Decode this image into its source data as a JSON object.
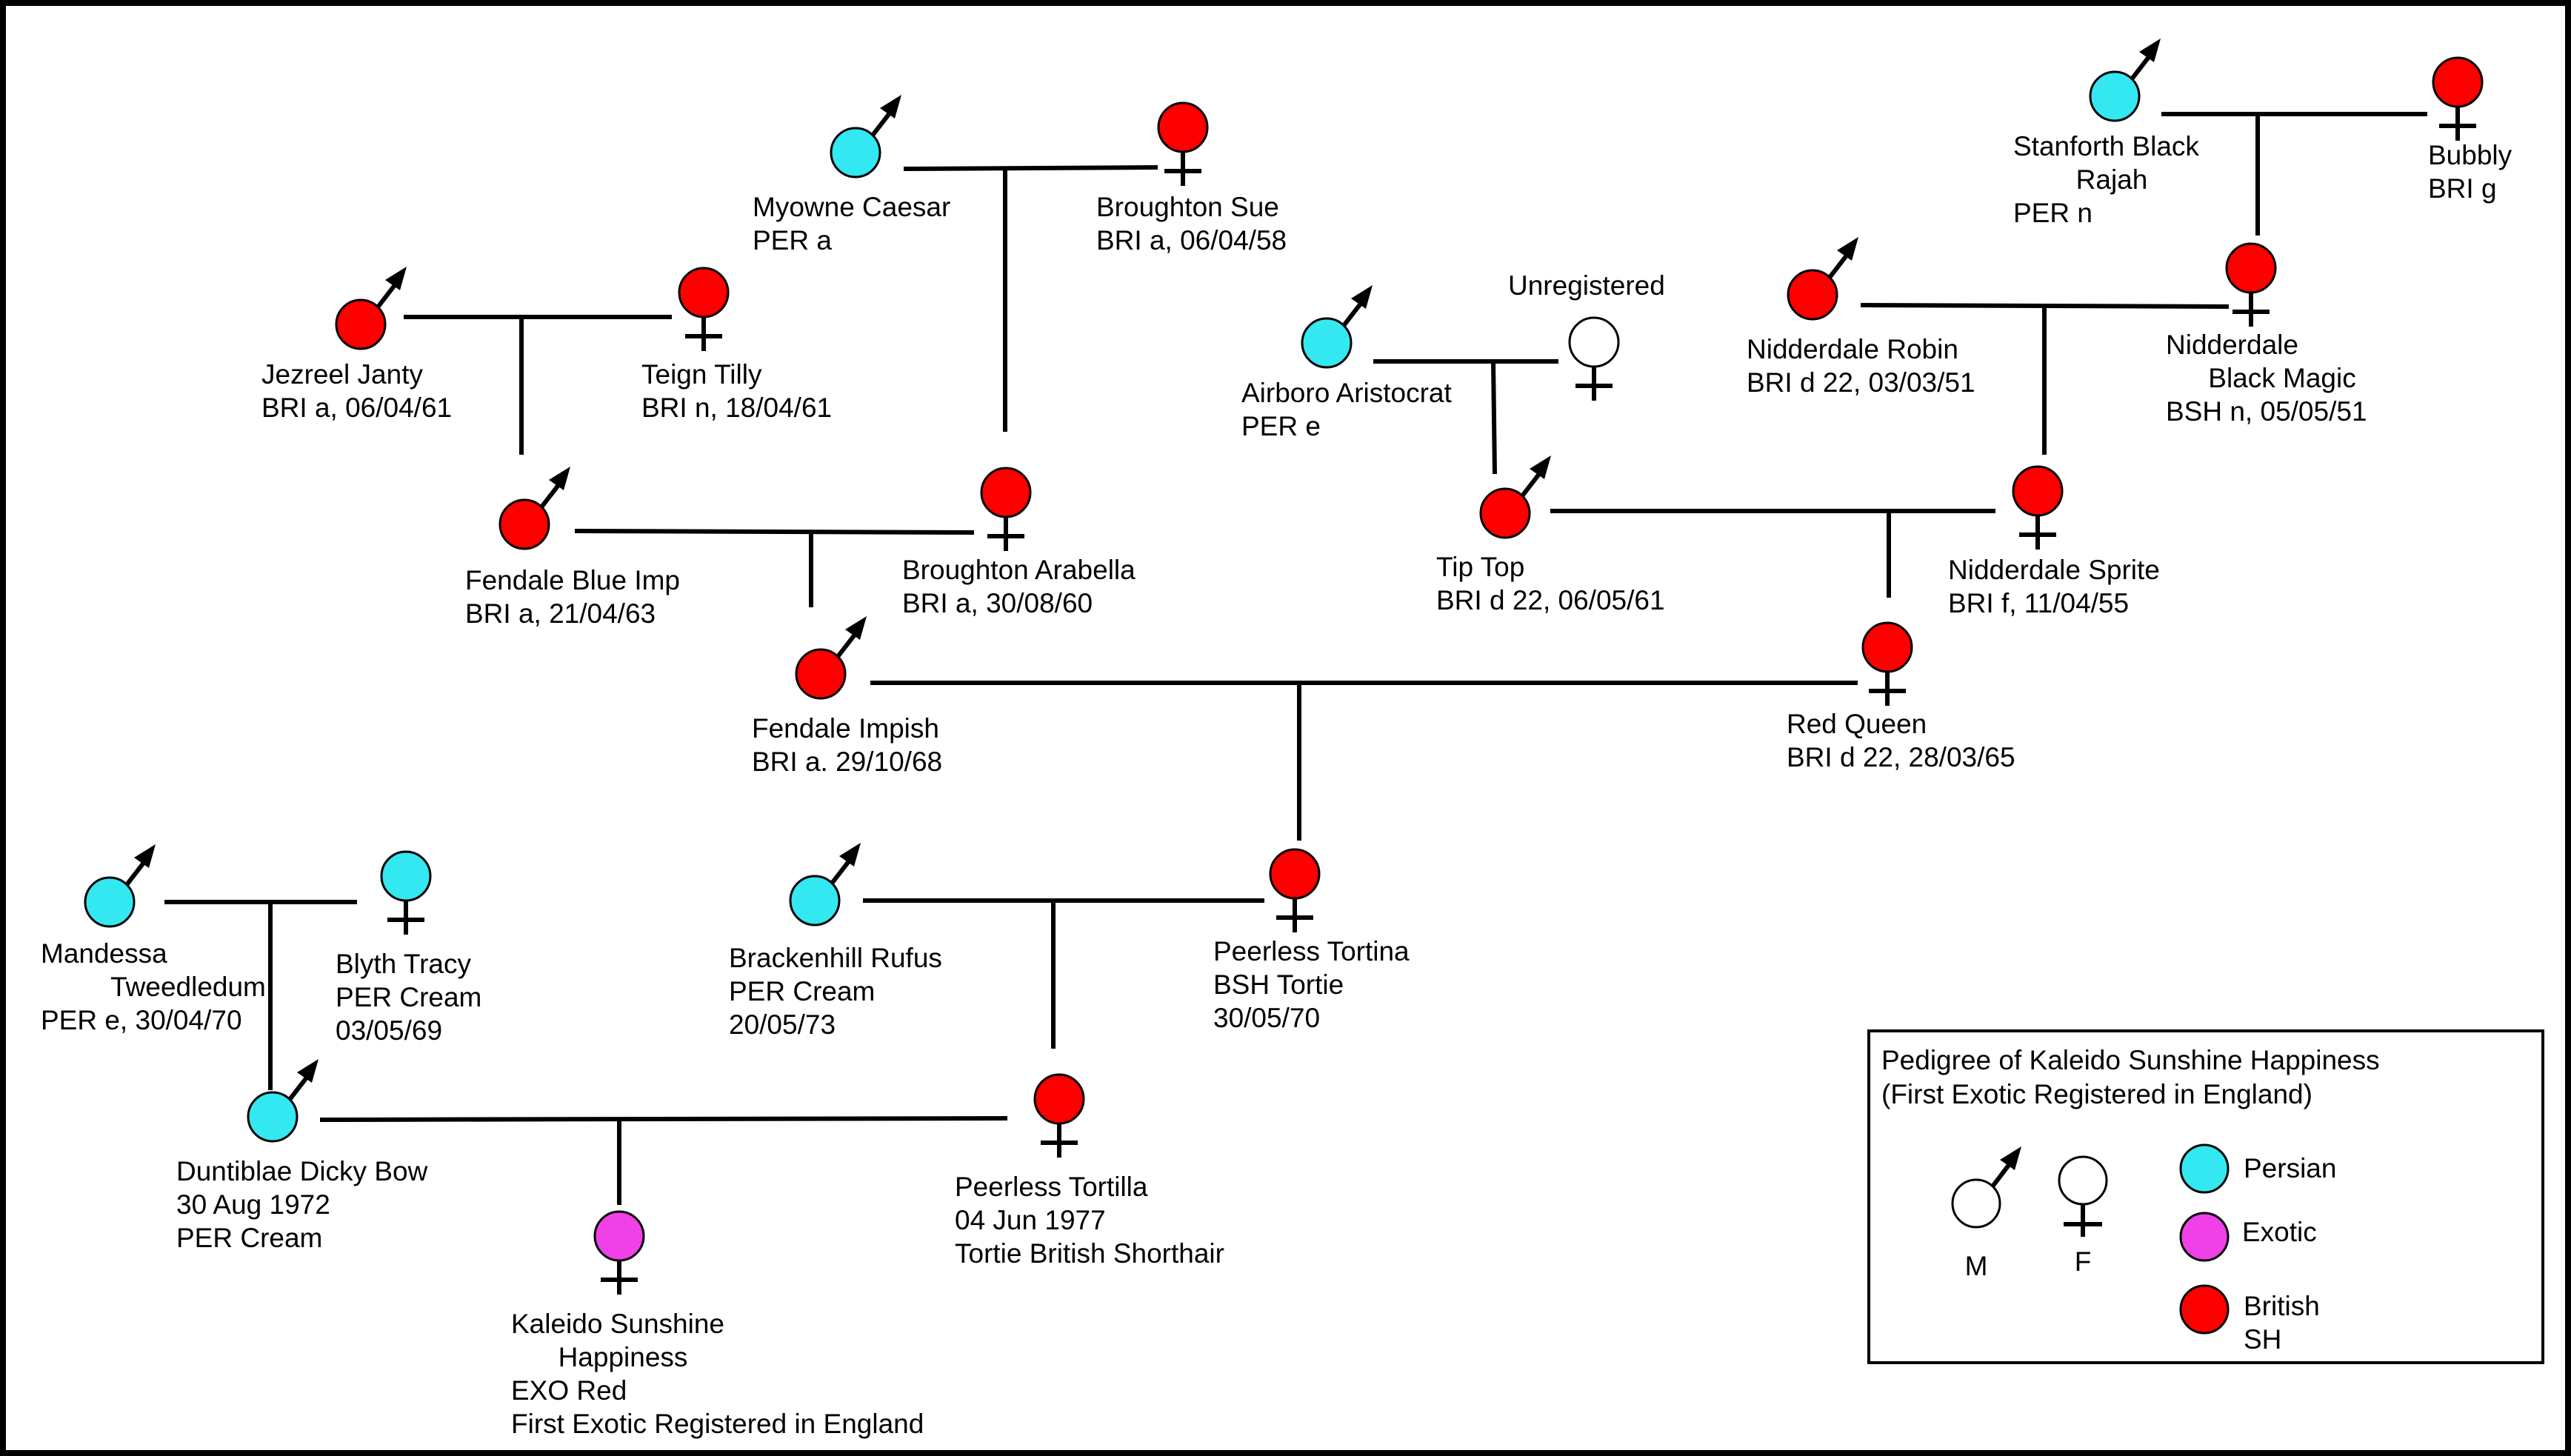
{
  "colors": {
    "persian": "#33e8f0",
    "exotic": "#f040e8",
    "british": "#ff0000",
    "unregistered": "#ffffff",
    "border": "#000000"
  },
  "cats": [
    {
      "id": "myowne_caesar",
      "sex": "male",
      "breed": "persian",
      "lines": [
        "Myowne Caesar",
        "PER a"
      ]
    },
    {
      "id": "broughton_sue",
      "sex": "female",
      "breed": "british",
      "lines": [
        "Broughton Sue",
        "BRI a, 06/04/58"
      ]
    },
    {
      "id": "jezreel_janty",
      "sex": "male",
      "breed": "british",
      "lines": [
        "Jezreel Janty",
        "BRI a, 06/04/61"
      ]
    },
    {
      "id": "teign_tilly",
      "sex": "female",
      "breed": "british",
      "lines": [
        "Teign Tilly",
        "BRI n, 18/04/61"
      ]
    },
    {
      "id": "fendale_blue_imp",
      "sex": "male",
      "breed": "british",
      "lines": [
        "Fendale Blue Imp",
        "BRI a, 21/04/63"
      ]
    },
    {
      "id": "broughton_arabella",
      "sex": "female",
      "breed": "british",
      "lines": [
        "Broughton Arabella",
        "BRI a, 30/08/60"
      ]
    },
    {
      "id": "fendale_impish",
      "sex": "male",
      "breed": "british",
      "lines": [
        "Fendale Impish",
        "BRI a. 29/10/68"
      ]
    },
    {
      "id": "stanforth_black_rajah",
      "sex": "male",
      "breed": "persian",
      "lines": [
        "Stanforth Black",
        "Rajah",
        "PER n"
      ]
    },
    {
      "id": "bubbly",
      "sex": "female",
      "breed": "british",
      "lines": [
        "Bubbly",
        "BRI g"
      ]
    },
    {
      "id": "airboro_aristocrat",
      "sex": "male",
      "breed": "persian",
      "lines": [
        "Airboro Aristocrat",
        "PER e"
      ]
    },
    {
      "id": "unregistered",
      "sex": "female",
      "breed": "unregistered",
      "lines": [
        "Unregistered"
      ]
    },
    {
      "id": "nidderdale_robin",
      "sex": "male",
      "breed": "british",
      "lines": [
        "Nidderdale Robin",
        "BRI d 22, 03/03/51"
      ]
    },
    {
      "id": "nidderdale_black_magic",
      "sex": "female",
      "breed": "british",
      "lines": [
        "Nidderdale",
        "Black Magic",
        "BSH n, 05/05/51"
      ]
    },
    {
      "id": "tip_top",
      "sex": "male",
      "breed": "british",
      "lines": [
        "Tip Top",
        "BRI d 22, 06/05/61"
      ]
    },
    {
      "id": "nidderdale_sprite",
      "sex": "female",
      "breed": "british",
      "lines": [
        "Nidderdale Sprite",
        "BRI f, 11/04/55"
      ]
    },
    {
      "id": "red_queen",
      "sex": "female",
      "breed": "british",
      "lines": [
        "Red Queen",
        "BRI d 22, 28/03/65"
      ]
    },
    {
      "id": "mandessa_tweedledum",
      "sex": "male",
      "breed": "persian",
      "lines": [
        "Mandessa",
        "Tweedledum",
        "PER e, 30/04/70"
      ]
    },
    {
      "id": "blyth_tracy",
      "sex": "female",
      "breed": "persian",
      "lines": [
        "Blyth Tracy",
        "PER Cream",
        "03/05/69"
      ]
    },
    {
      "id": "brackenhill_rufus",
      "sex": "male",
      "breed": "persian",
      "lines": [
        "Brackenhill Rufus",
        "PER Cream",
        "20/05/73"
      ]
    },
    {
      "id": "peerless_tortina",
      "sex": "female",
      "breed": "british",
      "lines": [
        "Peerless Tortina",
        "BSH Tortie",
        "30/05/70"
      ]
    },
    {
      "id": "duntiblae_dicky_bow",
      "sex": "male",
      "breed": "persian",
      "lines": [
        "Duntiblae Dicky Bow",
        "30 Aug 1972",
        "PER Cream"
      ]
    },
    {
      "id": "peerless_tortilla",
      "sex": "female",
      "breed": "british",
      "lines": [
        "Peerless Tortilla",
        "04 Jun 1977",
        "Tortie British Shorthair"
      ]
    },
    {
      "id": "kaleido_sunshine_happiness",
      "sex": "female",
      "breed": "exotic",
      "lines": [
        "Kaleido Sunshine",
        "Happiness",
        "EXO Red",
        "First Exotic Registered in England"
      ]
    }
  ],
  "legend": {
    "title_lines": [
      "Pedigree of Kaleido Sunshine Happiness",
      "(First Exotic Registered in England)"
    ],
    "male_label": "M",
    "female_label": "F",
    "persian_label": "Persian",
    "exotic_label": "Exotic",
    "british_label_lines": [
      "British",
      "SH"
    ]
  }
}
